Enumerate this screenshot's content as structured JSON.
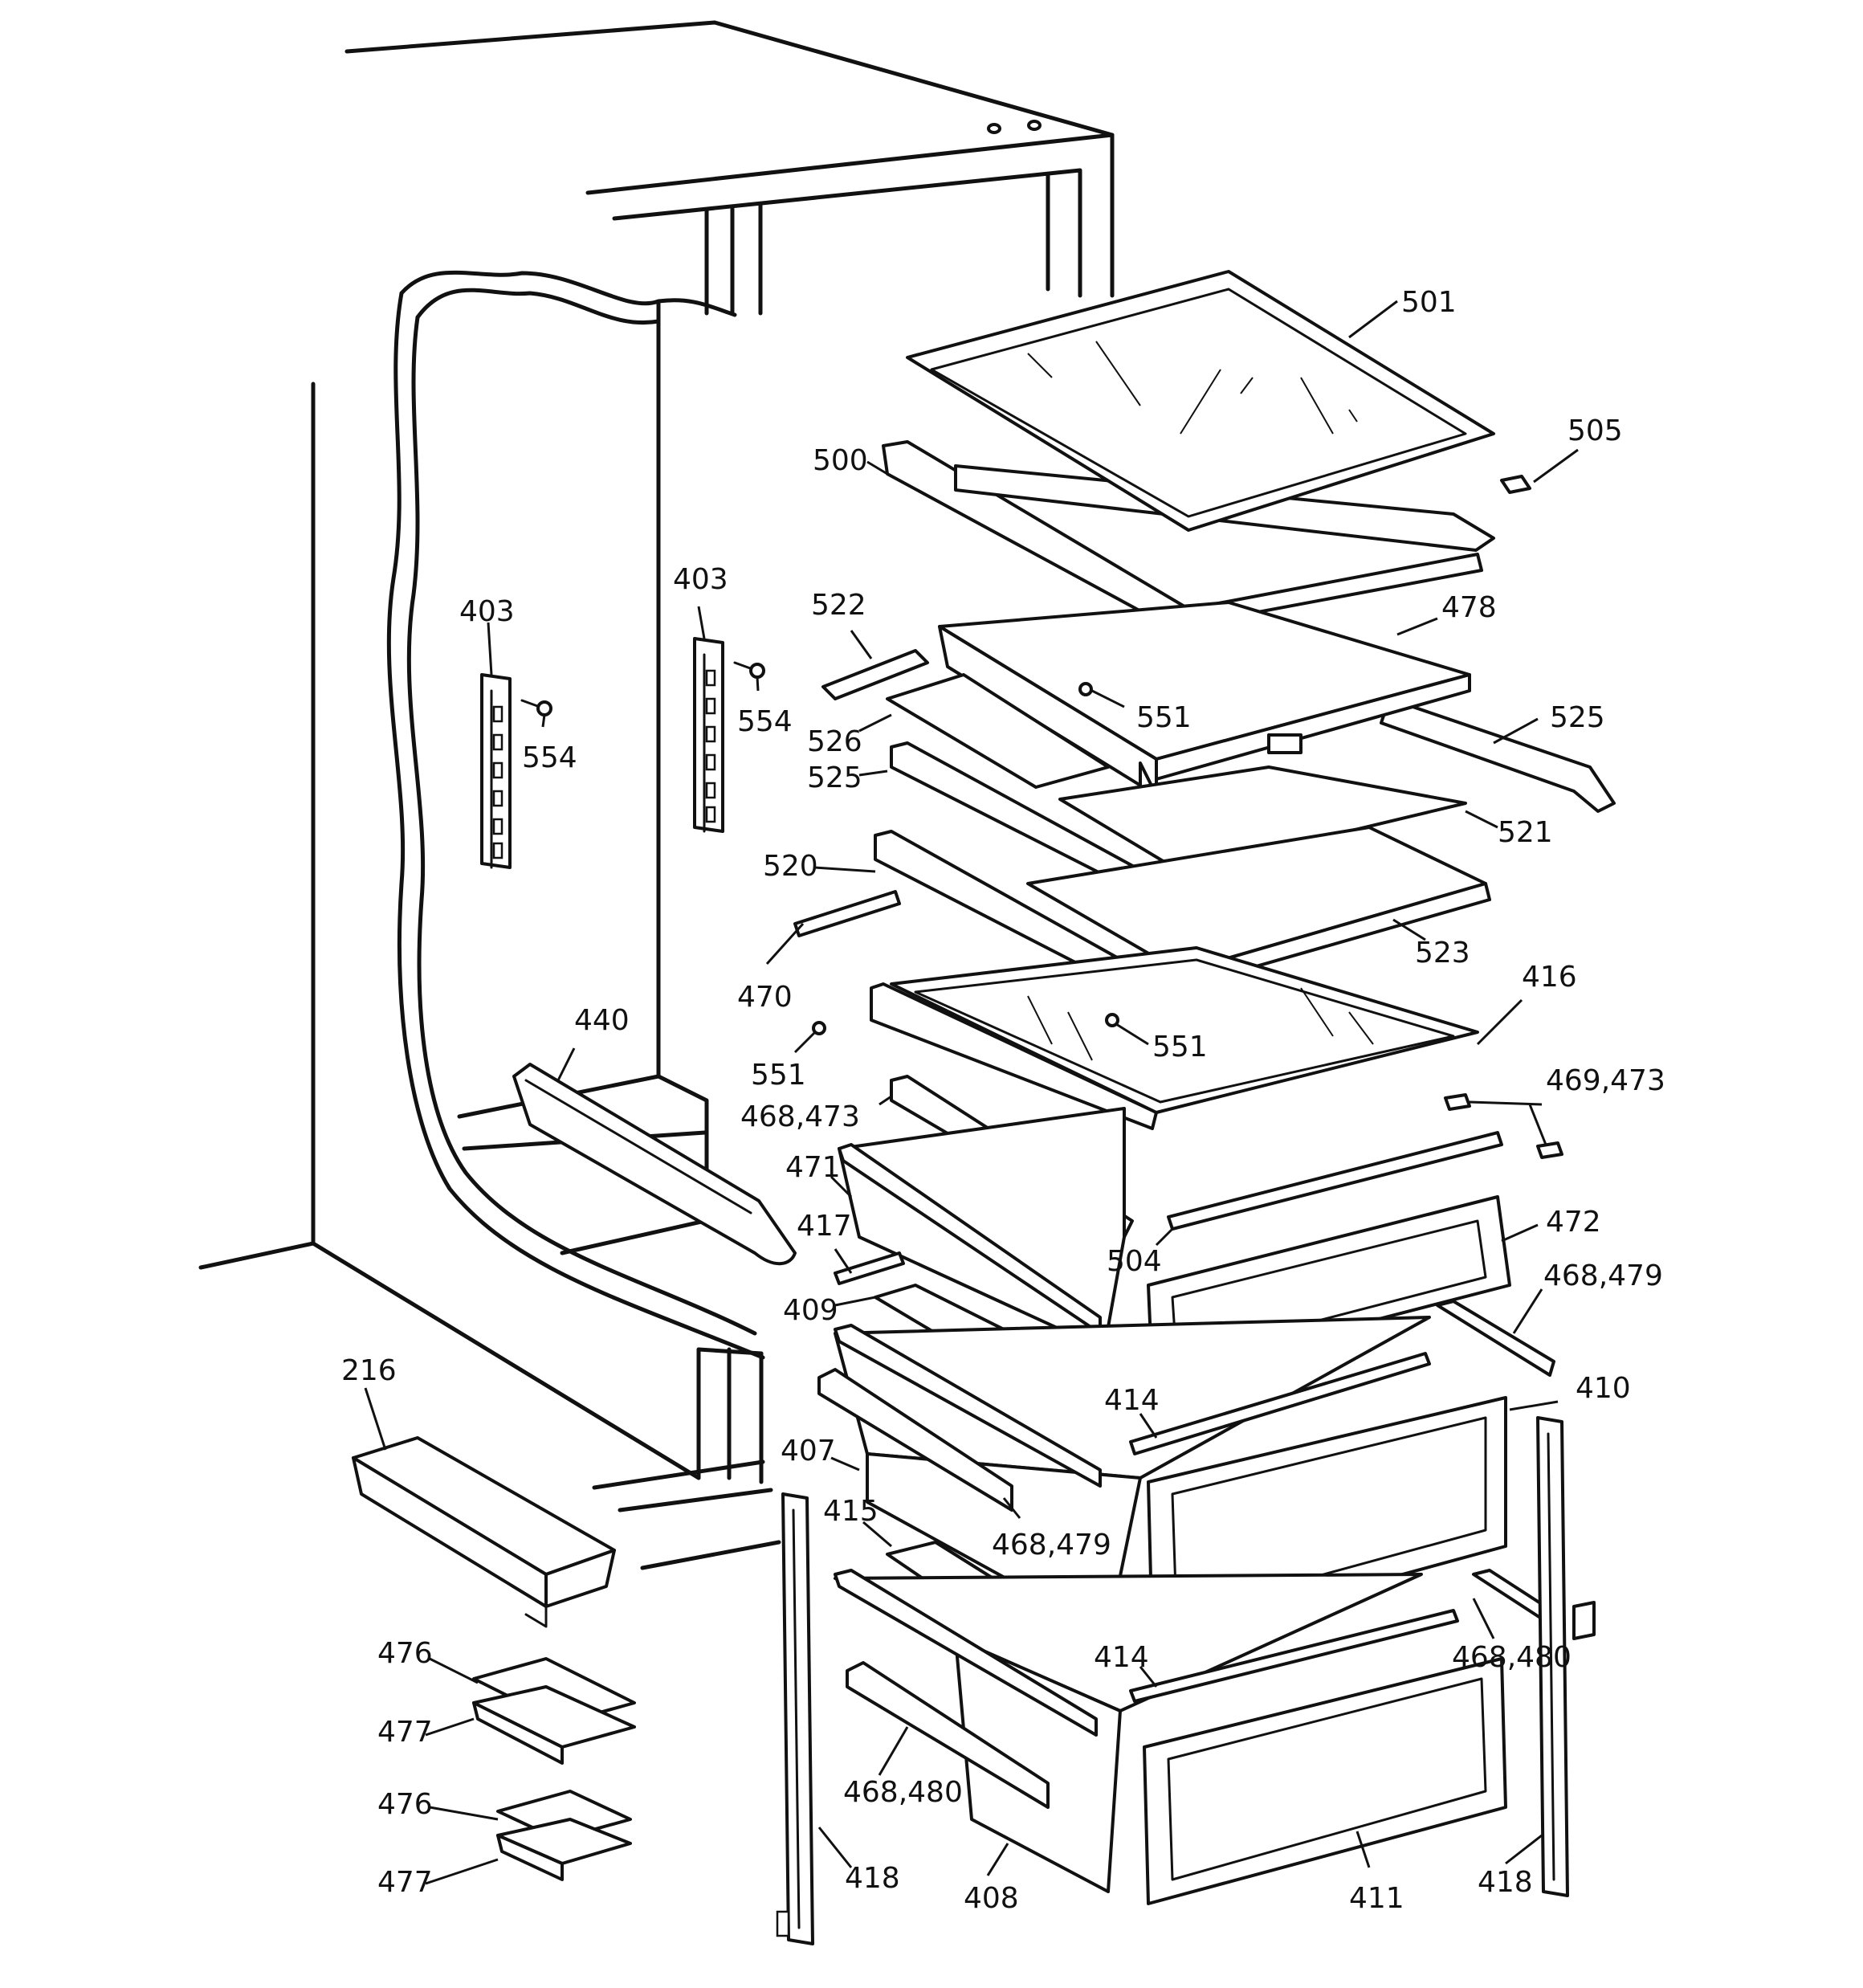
{
  "labels": {
    "l501": "501",
    "l505": "505",
    "l500": "500",
    "l403a": "403",
    "l403b": "403",
    "l554a": "554",
    "l554b": "554",
    "l522": "522",
    "l478": "478",
    "l551a": "551",
    "l526": "526",
    "l525a": "525",
    "l525b": "525",
    "l521": "521",
    "l520": "520",
    "l523": "523",
    "l470": "470",
    "l416": "416",
    "l440": "440",
    "l551b": "551",
    "l551c": "551",
    "l469_473": "469,473",
    "l468_473": "468,473",
    "l471": "471",
    "l472": "472",
    "l417": "417",
    "l504": "504",
    "l468_479a": "468,479",
    "l409": "409",
    "l216": "216",
    "l414a": "414",
    "l410": "410",
    "l407": "407",
    "l415": "415",
    "l468_479b": "468,479",
    "l468_480a": "468,480",
    "l414b": "414",
    "l476a": "476",
    "l477a": "477",
    "l476b": "476",
    "l477b": "477",
    "l468_480b": "468,480",
    "l418a": "418",
    "l408": "408",
    "l411": "411",
    "l418b": "418"
  }
}
